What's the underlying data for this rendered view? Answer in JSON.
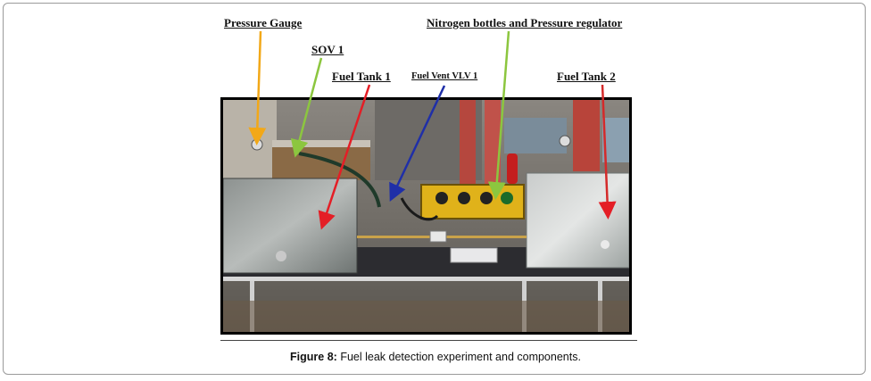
{
  "labels": {
    "pressure_gauge": "Pressure Gauge",
    "sov": "SOV 1",
    "nitrogen": "Nitrogen bottles and Pressure regulator",
    "fuel_tank_1": "Fuel Tank 1",
    "fuel_vent": "Fuel Vent VLV 1",
    "fuel_tank_2": "Fuel Tank 2"
  },
  "caption": {
    "prefix": "Figure 8:",
    "text": "Fuel leak detection experiment and components."
  },
  "colors": {
    "pressure_gauge_arrow": "#f2a818",
    "sov_arrow": "#8cc63f",
    "nitrogen_arrow": "#8cc63f",
    "fuel_tank_1_arrow": "#e41e26",
    "fuel_vent_arrow": "#1f2fa8",
    "fuel_tank_2_arrow": "#d42a2a"
  }
}
